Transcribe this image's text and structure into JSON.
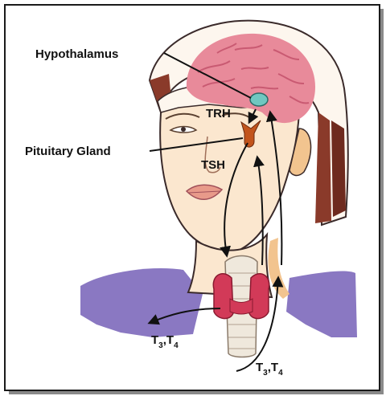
{
  "labels": {
    "hypothalamus": "Hypothalamus",
    "trh": "TRH",
    "pituitary_gland": "Pituitary Gland",
    "tsh": "TSH",
    "t3_left_main": "T",
    "t3_left_sub": "3",
    "t4_left_main": ",T",
    "t4_left_sub": "4",
    "t3_right_main": "T",
    "t3_right_sub": "3",
    "t4_right_main": ",T",
    "t4_right_sub": "4"
  },
  "colors": {
    "frame": "#1a1a1a",
    "shadow": "#7a7a7a",
    "brain": "#e88a9a",
    "brain_dark": "#c95a72",
    "hypothalamus": "#6fc7c0",
    "pituitary": "#c2541c",
    "hair": "#8a3a2a",
    "skin": "#fbe7cf",
    "skin_shade": "#f2c48f",
    "shirt": "#8a78c2",
    "thyroid": "#d23a58",
    "trachea": "#efe8dc",
    "lips": "#e89a8a"
  }
}
